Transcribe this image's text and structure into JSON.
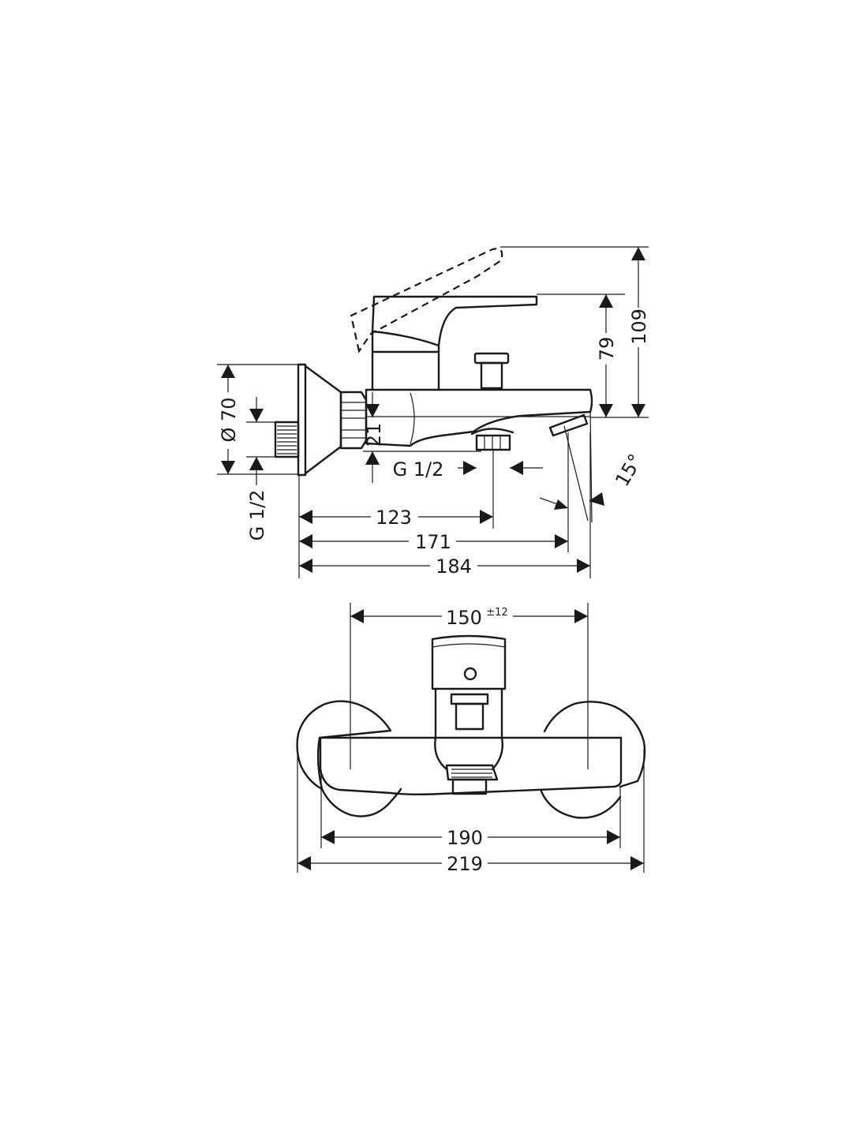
{
  "side_view": {
    "dim_109": "109",
    "dim_79": "79",
    "dim_diam70": "Ø 70",
    "dim_21": "21",
    "dim_g12_outlet": "G 1/2",
    "dim_g12_inlet": "G 1/2",
    "dim_15deg": "15°",
    "dim_123": "123",
    "dim_171": "171",
    "dim_184": "184"
  },
  "front_view": {
    "dim_150": "150",
    "dim_150_tol": "±12",
    "dim_190": "190",
    "dim_219": "219"
  }
}
